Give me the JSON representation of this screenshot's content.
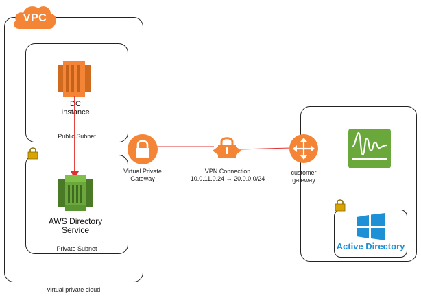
{
  "vpc": {
    "badge": "VPC",
    "caption": "virtual private cloud"
  },
  "public_subnet": {
    "label": "Public Subnet",
    "instance_line1": "DC",
    "instance_line2": "Instance"
  },
  "private_subnet": {
    "label": "Private Subnet",
    "service_line1": "AWS Directory",
    "service_line2": "Service"
  },
  "vpg": {
    "line1": "Virtual Private",
    "line2": "Gateway"
  },
  "vpn": {
    "line1": "VPN Connection",
    "line2": "10.0.11.0.24 ↔ 20.0.0.0/24"
  },
  "customer_gateway": {
    "line1": "customer",
    "line2": "gateway"
  },
  "active_directory": {
    "label": "Active Directory"
  },
  "colors": {
    "aws_orange": "#f58536",
    "aws_green": "#6aa83b",
    "link_red": "#e03030",
    "windows_blue": "#1e90d6",
    "padlock_gold": "#d9a400"
  }
}
